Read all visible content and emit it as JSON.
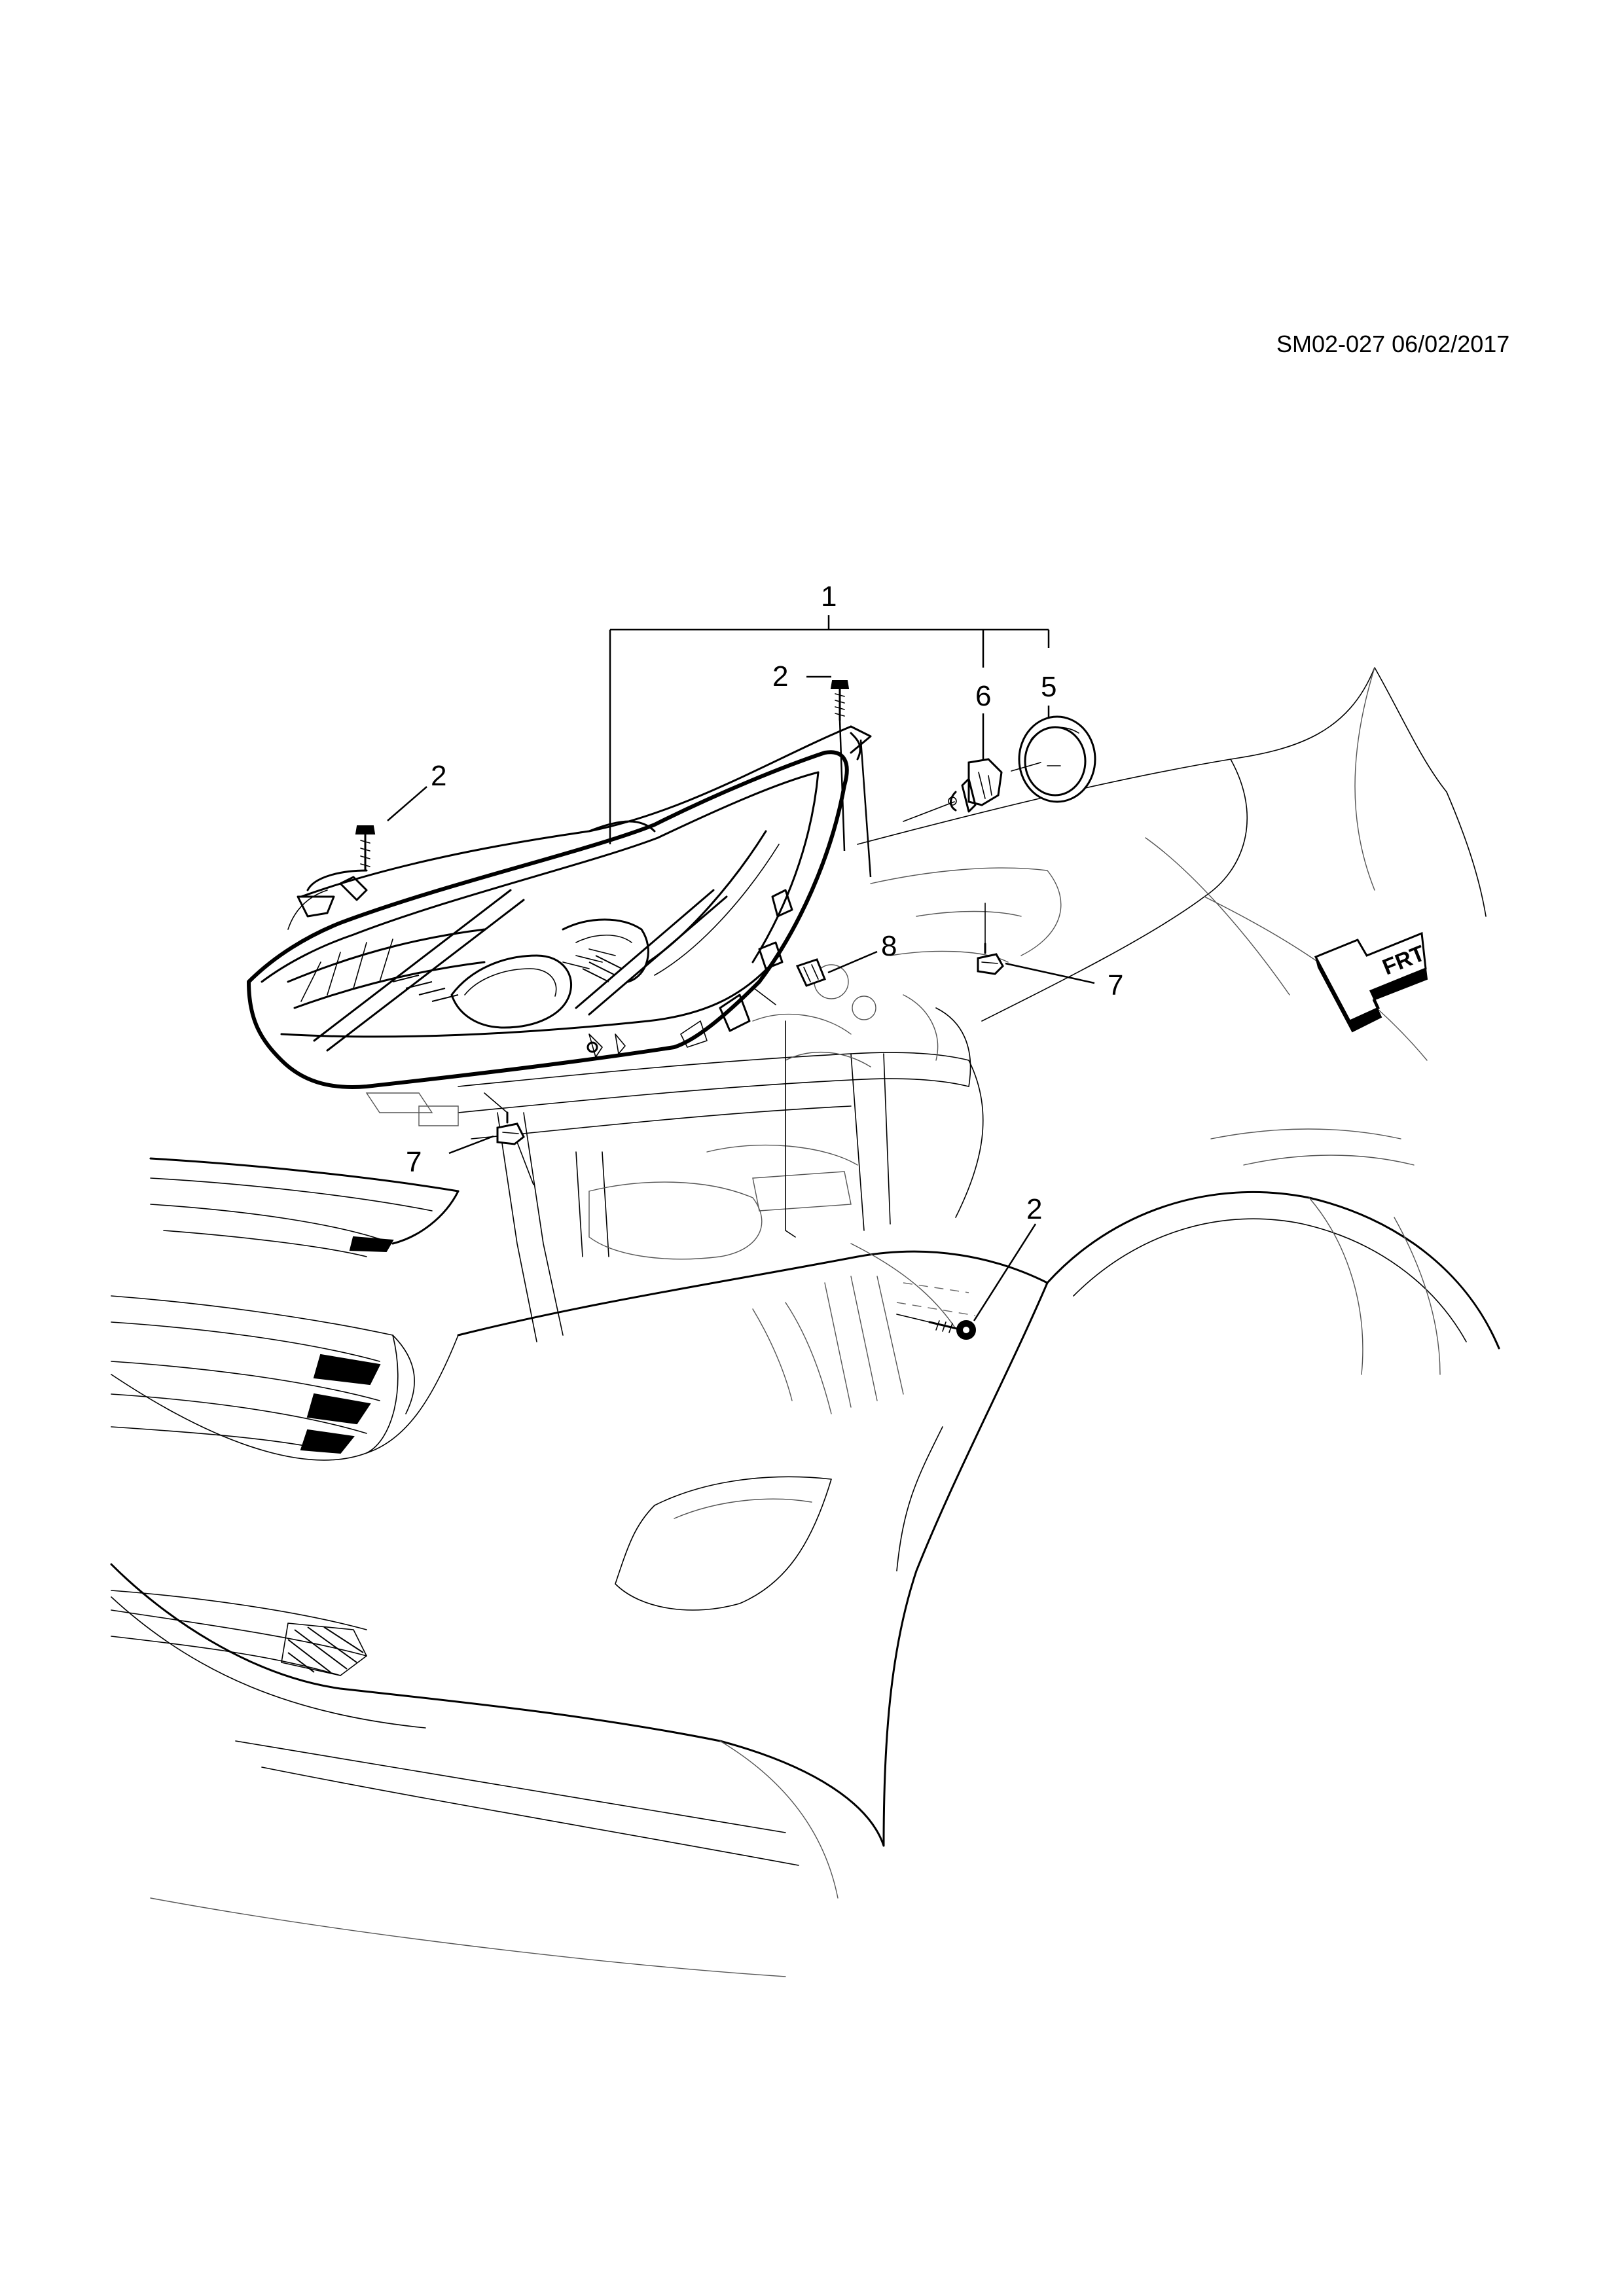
{
  "document": {
    "reference": "SM02-027 06/02/2017"
  },
  "diagram": {
    "callouts": [
      {
        "key": "headlamp-assembly",
        "label": "1"
      },
      {
        "key": "bolt-top",
        "label": "2"
      },
      {
        "key": "bolt-left",
        "label": "2"
      },
      {
        "key": "bolt-fender",
        "label": "2"
      },
      {
        "key": "bulb-cap",
        "label": "5"
      },
      {
        "key": "bulb-socket",
        "label": "6"
      },
      {
        "key": "nut-right",
        "label": "7"
      },
      {
        "key": "nut-left",
        "label": "7"
      },
      {
        "key": "clip",
        "label": "8"
      }
    ],
    "direction_arrow": {
      "label": "FRT"
    }
  }
}
